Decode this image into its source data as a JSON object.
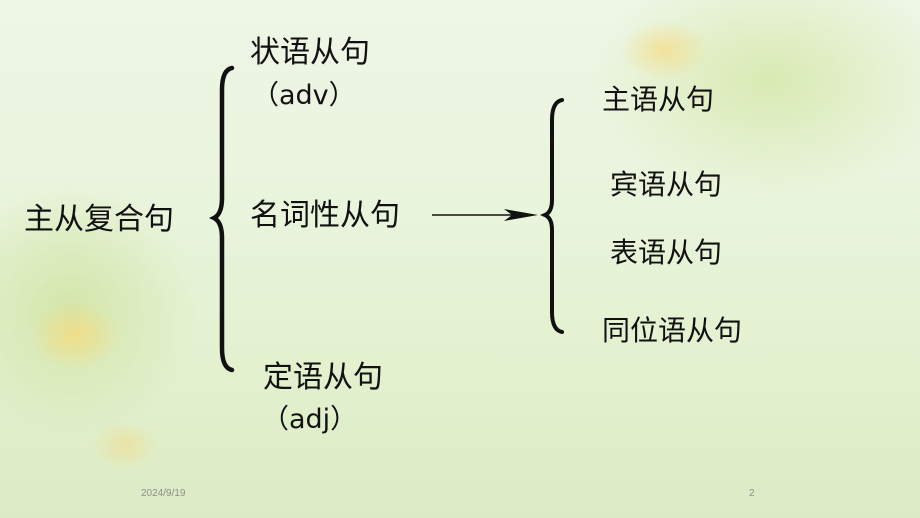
{
  "diagram": {
    "root": "主从复合句",
    "branches": {
      "adverbial": "状语从句",
      "adverbial_abbr": "（adv）",
      "nominal": "名词性从句",
      "attributive": "定语从句",
      "attributive_abbr": "（adj）"
    },
    "nominal_types": [
      "主语从句",
      "宾语从句",
      "表语从句",
      "同位语从句"
    ]
  },
  "footer": {
    "date": "2024/9/19",
    "page": "2"
  }
}
